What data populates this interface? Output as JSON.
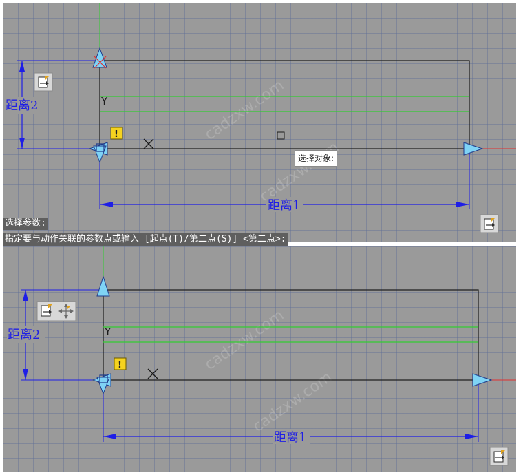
{
  "top_view": {
    "dim_vertical_label": "距离2",
    "dim_horizontal_label": "距离1",
    "y_axis_label": "Y",
    "tooltip_text": "选择对象:"
  },
  "command_line": {
    "line1": "选择参数:",
    "line2": "指定要与动作关联的参数点或输入 [起点(T)/第二点(S)] <第二点>:"
  },
  "bottom_view": {
    "dim_vertical_label": "距离2",
    "dim_horizontal_label": "距离1",
    "y_axis_label": "Y"
  },
  "icons": {
    "stretch_action_icon": "stretch-action-icon",
    "move_action_icon": "move-action-icon",
    "alert_icon": "alert-icon",
    "grip_arrow_icon": "grip-arrow-icon"
  },
  "colors": {
    "canvas_bg": "#9a9a9a",
    "dimension_blue": "#1e1ee6",
    "grip_cyan": "#7fd3f5",
    "green_line": "#33cc33",
    "alert_yellow": "#f5d31f"
  },
  "watermark": "cadzxw.com"
}
